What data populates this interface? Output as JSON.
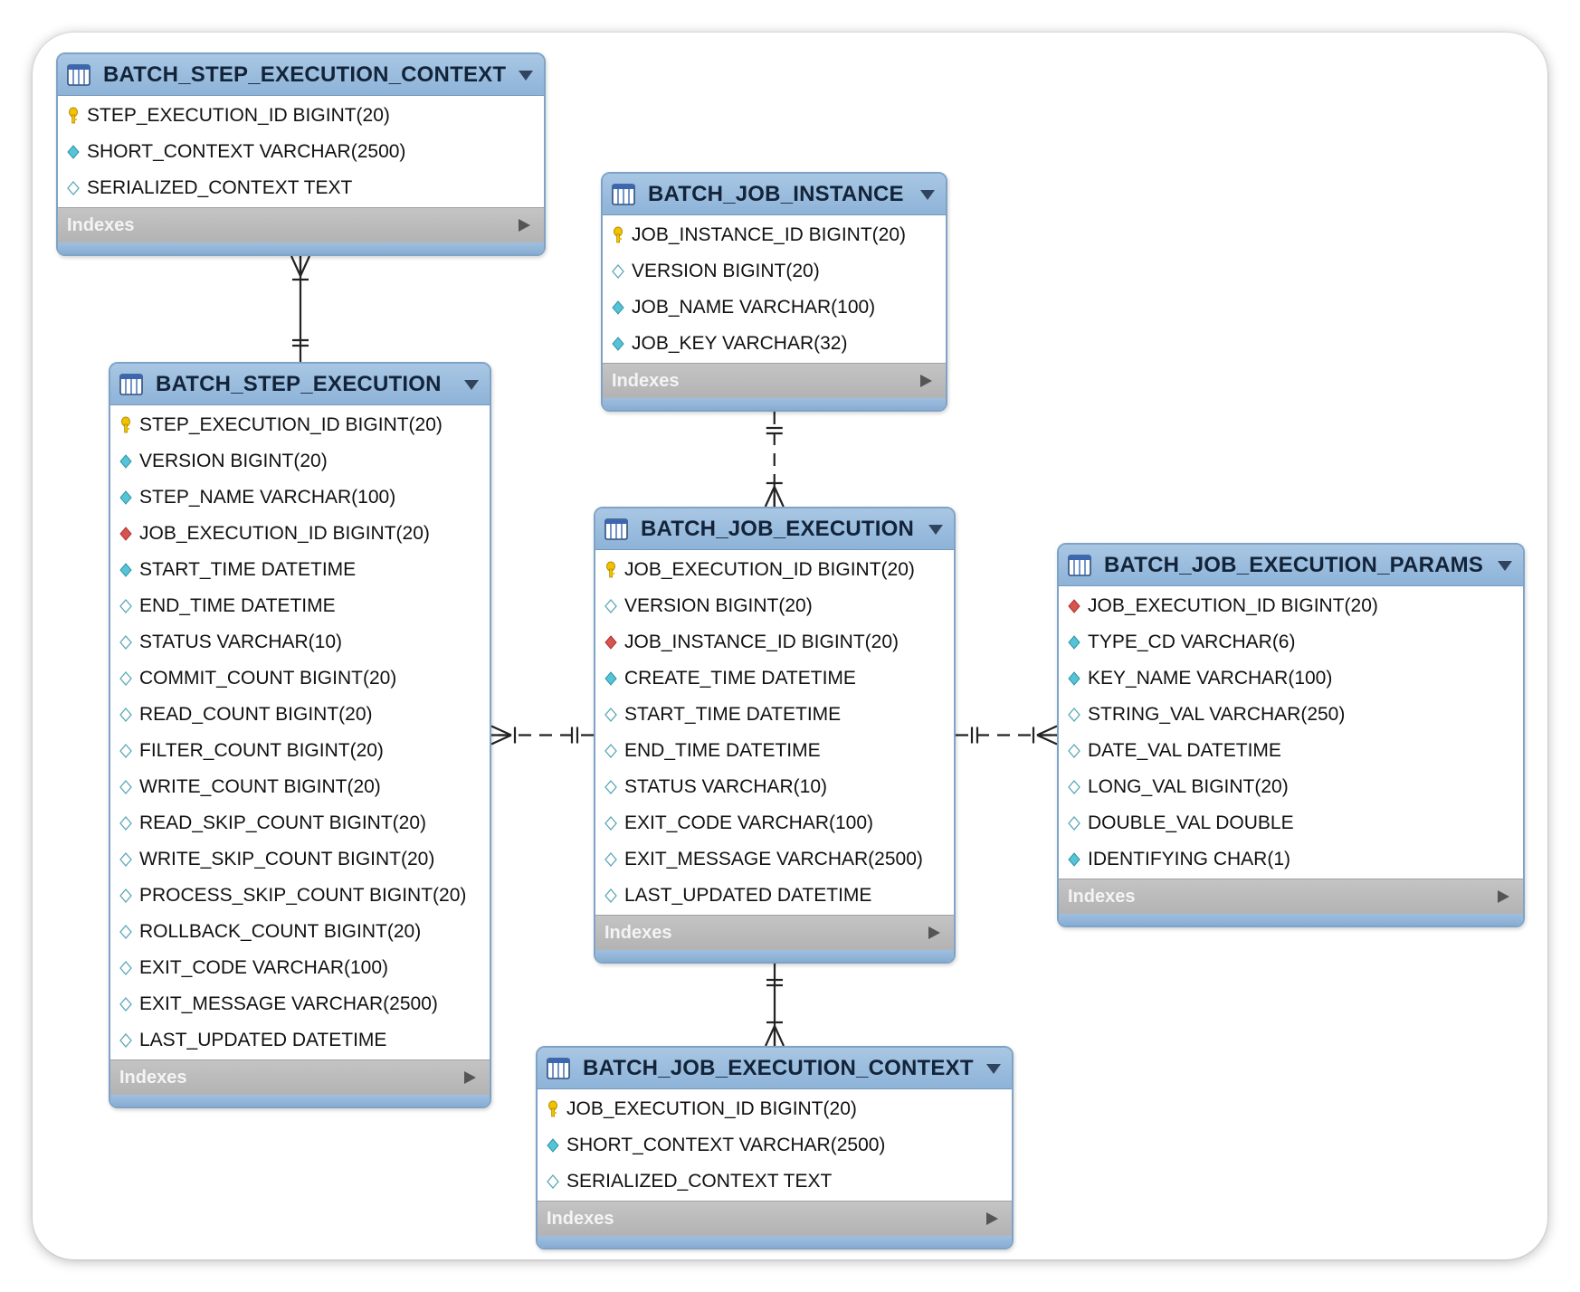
{
  "indexes_label": "Indexes",
  "colors": {
    "header": "#98bce0",
    "pk_icon": "#f2c200",
    "fk_icon": "#d9534f",
    "notnull_icon": "#55c4d6",
    "nullable_icon": "#ffffff"
  },
  "tables": [
    {
      "id": "batch-step-execution-context",
      "title": "BATCH_STEP_EXECUTION_CONTEXT",
      "columns": [
        {
          "text": "STEP_EXECUTION_ID BIGINT(20)",
          "kind": "pk"
        },
        {
          "text": "SHORT_CONTEXT VARCHAR(2500)",
          "kind": "notnull"
        },
        {
          "text": "SERIALIZED_CONTEXT TEXT",
          "kind": "nullable"
        }
      ]
    },
    {
      "id": "batch-job-instance",
      "title": "BATCH_JOB_INSTANCE",
      "columns": [
        {
          "text": "JOB_INSTANCE_ID BIGINT(20)",
          "kind": "pk"
        },
        {
          "text": "VERSION BIGINT(20)",
          "kind": "nullable"
        },
        {
          "text": "JOB_NAME VARCHAR(100)",
          "kind": "notnull"
        },
        {
          "text": "JOB_KEY VARCHAR(32)",
          "kind": "notnull"
        }
      ]
    },
    {
      "id": "batch-step-execution",
      "title": "BATCH_STEP_EXECUTION",
      "columns": [
        {
          "text": "STEP_EXECUTION_ID BIGINT(20)",
          "kind": "pk"
        },
        {
          "text": "VERSION BIGINT(20)",
          "kind": "notnull"
        },
        {
          "text": "STEP_NAME VARCHAR(100)",
          "kind": "notnull"
        },
        {
          "text": "JOB_EXECUTION_ID BIGINT(20)",
          "kind": "fk"
        },
        {
          "text": "START_TIME DATETIME",
          "kind": "notnull"
        },
        {
          "text": "END_TIME DATETIME",
          "kind": "nullable"
        },
        {
          "text": "STATUS VARCHAR(10)",
          "kind": "nullable"
        },
        {
          "text": "COMMIT_COUNT BIGINT(20)",
          "kind": "nullable"
        },
        {
          "text": "READ_COUNT BIGINT(20)",
          "kind": "nullable"
        },
        {
          "text": "FILTER_COUNT BIGINT(20)",
          "kind": "nullable"
        },
        {
          "text": "WRITE_COUNT BIGINT(20)",
          "kind": "nullable"
        },
        {
          "text": "READ_SKIP_COUNT BIGINT(20)",
          "kind": "nullable"
        },
        {
          "text": "WRITE_SKIP_COUNT BIGINT(20)",
          "kind": "nullable"
        },
        {
          "text": "PROCESS_SKIP_COUNT BIGINT(20)",
          "kind": "nullable"
        },
        {
          "text": "ROLLBACK_COUNT BIGINT(20)",
          "kind": "nullable"
        },
        {
          "text": "EXIT_CODE VARCHAR(100)",
          "kind": "nullable"
        },
        {
          "text": "EXIT_MESSAGE VARCHAR(2500)",
          "kind": "nullable"
        },
        {
          "text": "LAST_UPDATED DATETIME",
          "kind": "nullable"
        }
      ]
    },
    {
      "id": "batch-job-execution",
      "title": "BATCH_JOB_EXECUTION",
      "columns": [
        {
          "text": "JOB_EXECUTION_ID BIGINT(20)",
          "kind": "pk"
        },
        {
          "text": "VERSION BIGINT(20)",
          "kind": "nullable"
        },
        {
          "text": "JOB_INSTANCE_ID BIGINT(20)",
          "kind": "fk"
        },
        {
          "text": "CREATE_TIME DATETIME",
          "kind": "notnull"
        },
        {
          "text": "START_TIME DATETIME",
          "kind": "nullable"
        },
        {
          "text": "END_TIME DATETIME",
          "kind": "nullable"
        },
        {
          "text": "STATUS VARCHAR(10)",
          "kind": "nullable"
        },
        {
          "text": "EXIT_CODE VARCHAR(100)",
          "kind": "nullable"
        },
        {
          "text": "EXIT_MESSAGE VARCHAR(2500)",
          "kind": "nullable"
        },
        {
          "text": "LAST_UPDATED DATETIME",
          "kind": "nullable"
        }
      ]
    },
    {
      "id": "batch-job-execution-params",
      "title": "BATCH_JOB_EXECUTION_PARAMS",
      "columns": [
        {
          "text": "JOB_EXECUTION_ID BIGINT(20)",
          "kind": "fk"
        },
        {
          "text": "TYPE_CD VARCHAR(6)",
          "kind": "notnull"
        },
        {
          "text": "KEY_NAME VARCHAR(100)",
          "kind": "notnull"
        },
        {
          "text": "STRING_VAL VARCHAR(250)",
          "kind": "nullable"
        },
        {
          "text": "DATE_VAL DATETIME",
          "kind": "nullable"
        },
        {
          "text": "LONG_VAL BIGINT(20)",
          "kind": "nullable"
        },
        {
          "text": "DOUBLE_VAL DOUBLE",
          "kind": "nullable"
        },
        {
          "text": "IDENTIFYING CHAR(1)",
          "kind": "notnull"
        }
      ]
    },
    {
      "id": "batch-job-execution-context",
      "title": "BATCH_JOB_EXECUTION_CONTEXT",
      "columns": [
        {
          "text": "JOB_EXECUTION_ID BIGINT(20)",
          "kind": "pk"
        },
        {
          "text": "SHORT_CONTEXT VARCHAR(2500)",
          "kind": "notnull"
        },
        {
          "text": "SERIALIZED_CONTEXT TEXT",
          "kind": "nullable"
        }
      ]
    }
  ],
  "relationships": [
    {
      "from": "batch-step-execution",
      "to": "batch-step-execution-context",
      "from_end": "one",
      "to_end": "many",
      "style": "solid"
    },
    {
      "from": "batch-job-instance",
      "to": "batch-job-execution",
      "from_end": "one",
      "to_end": "many",
      "style": "dashed"
    },
    {
      "from": "batch-job-execution",
      "to": "batch-step-execution",
      "from_end": "one",
      "to_end": "many",
      "style": "dashed"
    },
    {
      "from": "batch-job-execution",
      "to": "batch-job-execution-params",
      "from_end": "one",
      "to_end": "many",
      "style": "dashed"
    },
    {
      "from": "batch-job-execution",
      "to": "batch-job-execution-context",
      "from_end": "one",
      "to_end": "many",
      "style": "solid"
    }
  ]
}
